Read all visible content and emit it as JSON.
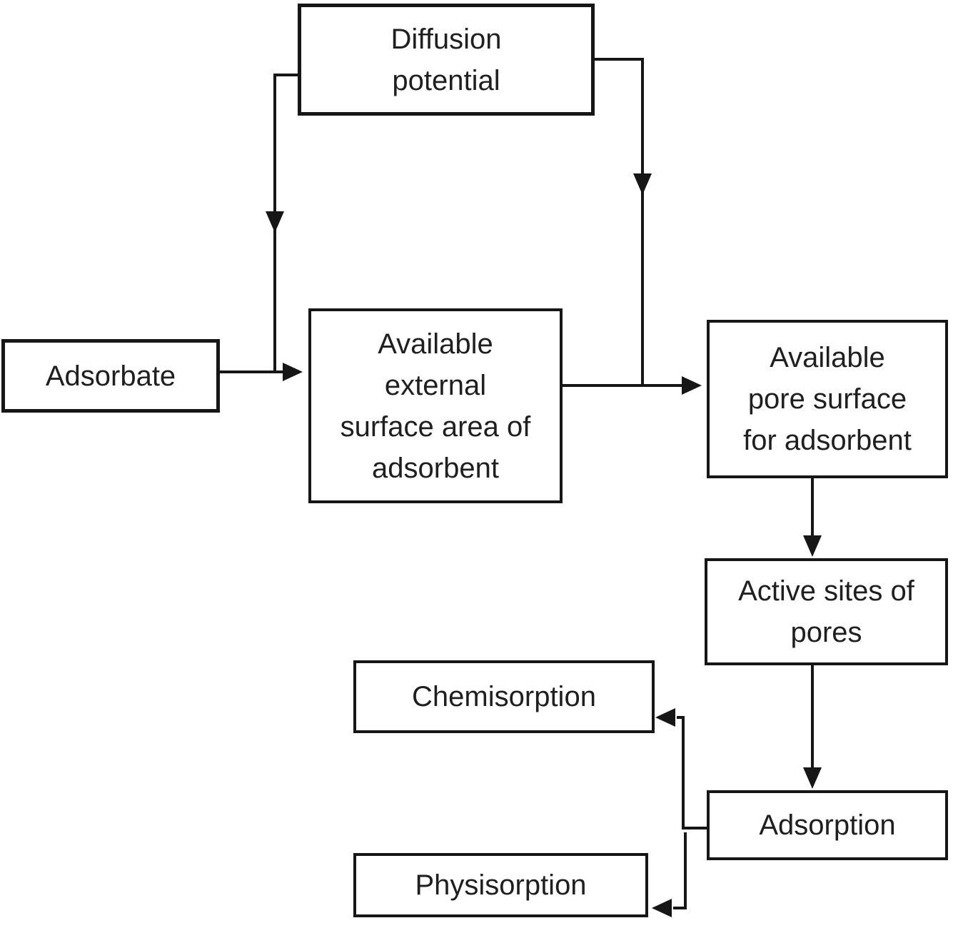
{
  "diagram": {
    "type": "flowchart",
    "background_color": "#ffffff",
    "line_color": "#161616",
    "text_color": "#1f1f1f",
    "nodes": {
      "diffusion": {
        "label": "Diffusion\npotential"
      },
      "adsorbate": {
        "label": "Adsorbate"
      },
      "external_surface": {
        "label": "Available\nexternal\nsurface area of\nadsorbent"
      },
      "pore_surface": {
        "label": "Available\npore surface\nfor adsorbent"
      },
      "active_sites": {
        "label": "Active sites of\npores"
      },
      "adsorption": {
        "label": "Adsorption"
      },
      "chemisorption": {
        "label": "Chemisorption"
      },
      "physisorption": {
        "label": "Physisorption"
      }
    },
    "connections": [
      {
        "from": "Diffusion potential",
        "to": "Available external surface area of adsorbent",
        "arrow": "down"
      },
      {
        "from": "Diffusion potential",
        "to": "Available pore surface for adsorbent",
        "arrow": "down"
      },
      {
        "from": "Adsorbate",
        "to": "Available external surface area of adsorbent",
        "arrow": "right"
      },
      {
        "from": "Available external surface area of adsorbent",
        "to": "Available pore surface for adsorbent",
        "arrow": "right"
      },
      {
        "from": "Available pore surface for adsorbent",
        "to": "Active sites of pores",
        "arrow": "down"
      },
      {
        "from": "Active sites of pores",
        "to": "Adsorption",
        "arrow": "down"
      },
      {
        "from": "Adsorption",
        "to": "Chemisorption",
        "arrow": "left"
      },
      {
        "from": "Adsorption",
        "to": "Physisorption",
        "arrow": "left"
      }
    ]
  }
}
